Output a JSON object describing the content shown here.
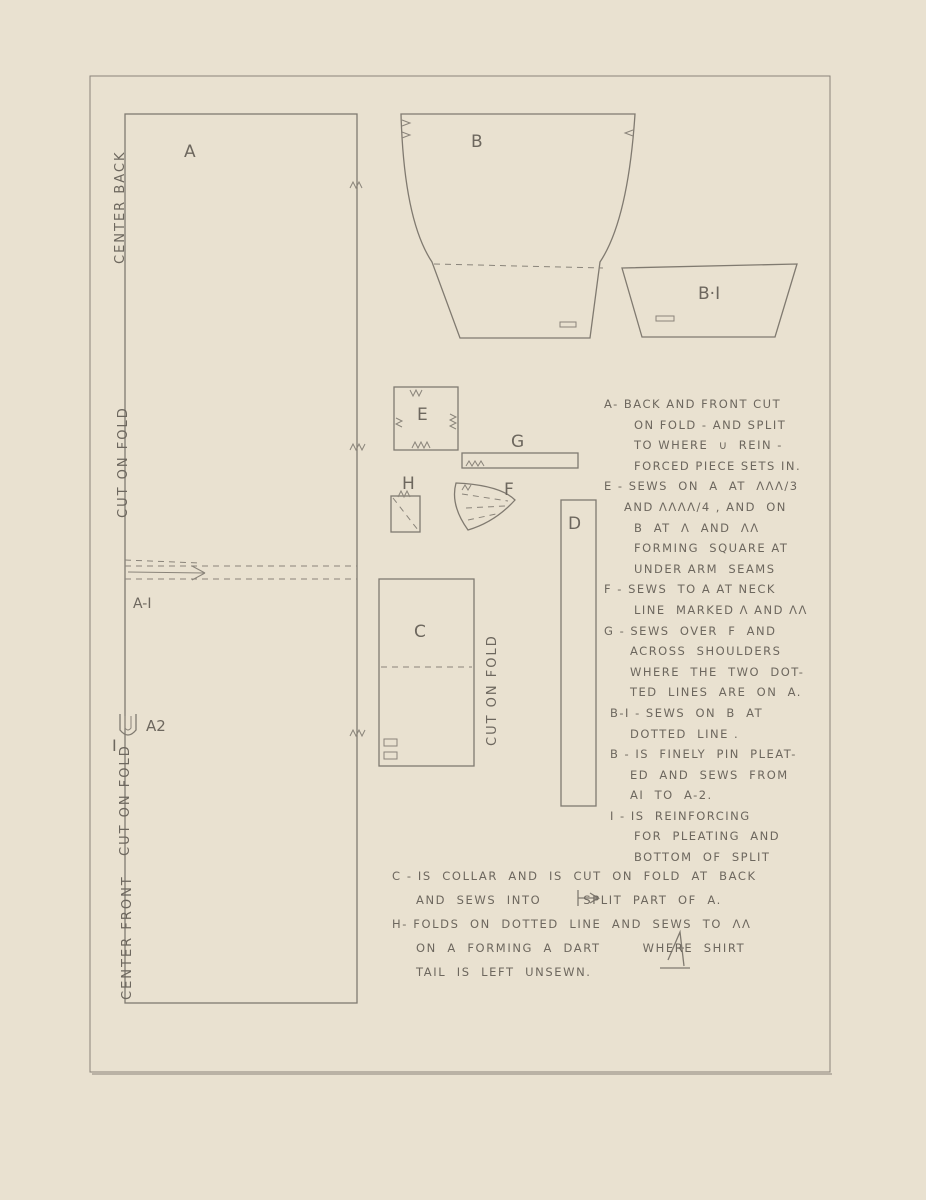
{
  "pieces": {
    "a": "A",
    "b": "B",
    "b1": "B·I",
    "c": "C",
    "d": "D",
    "e": "E",
    "f": "F",
    "g": "G",
    "h": "H",
    "a1": "A-I",
    "a2": "A2",
    "i": "I"
  },
  "edge_labels": {
    "center_back": "CENTER BACK",
    "cut_on_fold_upper": "CUT ON FOLD",
    "cut_on_fold_lower": "CUT ON FOLD",
    "center_front": "CENTER FRONT",
    "collar_fold": "CUT ON FOLD"
  },
  "instructions": [
    "A- BACK AND FRONT CUT",
    "ON FOLD - AND SPLIT",
    "TO WHERE  ∪  REIN -",
    "FORCED PIECE SETS IN.",
    "E - SEWS  ON  A  AT  ΛΛΛ/3",
    "AND ΛΛΛΛ/4 , AND  ON",
    "B  AT  Λ  AND  ΛΛ",
    "FORMING  SQUARE AT",
    "UNDER ARM  SEAMS",
    "F - SEWS  TO A AT NECK",
    "LINE  MARKED Λ AND ΛΛ",
    "G - SEWS  OVER  F  AND",
    "ACROSS  SHOULDERS",
    "WHERE  THE  TWO  DOT-",
    "TED  LINES  ARE  ON  A.",
    "B-I - SEWS  ON  B  AT",
    "DOTTED  LINE .",
    "B - IS  FINELY  PIN  PLEAT-",
    "ED  AND  SEWS  FROM",
    "AI  TO  A-2.",
    "I - IS  REINFORCING",
    "FOR  PLEATING  AND",
    "BOTTOM  OF  SPLIT",
    "C - IS  COLLAR  AND  IS  CUT  ON  FOLD  AT  BACK",
    "AND  SEWS  INTO        SPLIT  PART  OF  A.",
    "H- FOLDS  ON  DOTTED  LINE  AND  SEWS  TO  ΛΛ",
    "ON  A  FORMING  A  DART        WHERE  SHIRT",
    "TAIL  IS  LEFT  UNSEWN."
  ]
}
